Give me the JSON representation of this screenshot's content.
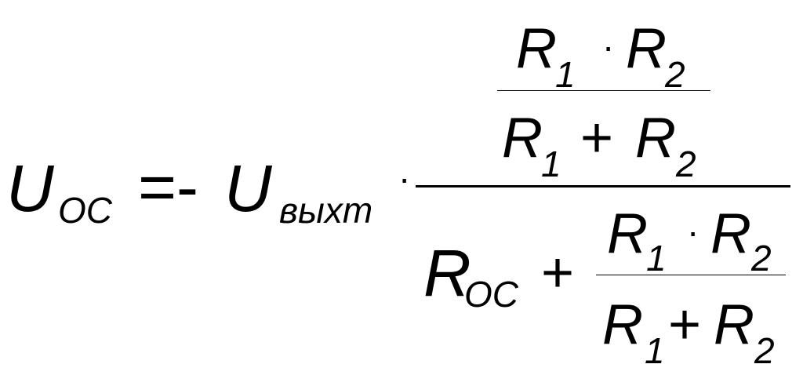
{
  "formula": {
    "lhs_symbol": "U",
    "lhs_subscript": "ОС",
    "equals_minus": "=-",
    "rhs_symbol": "U",
    "rhs_subscript": "выхт",
    "dot": "·",
    "r_symbol": "R",
    "idx_1": "1",
    "idx_2": "2",
    "plus": "+",
    "r_oc_subscript": "ОС"
  }
}
